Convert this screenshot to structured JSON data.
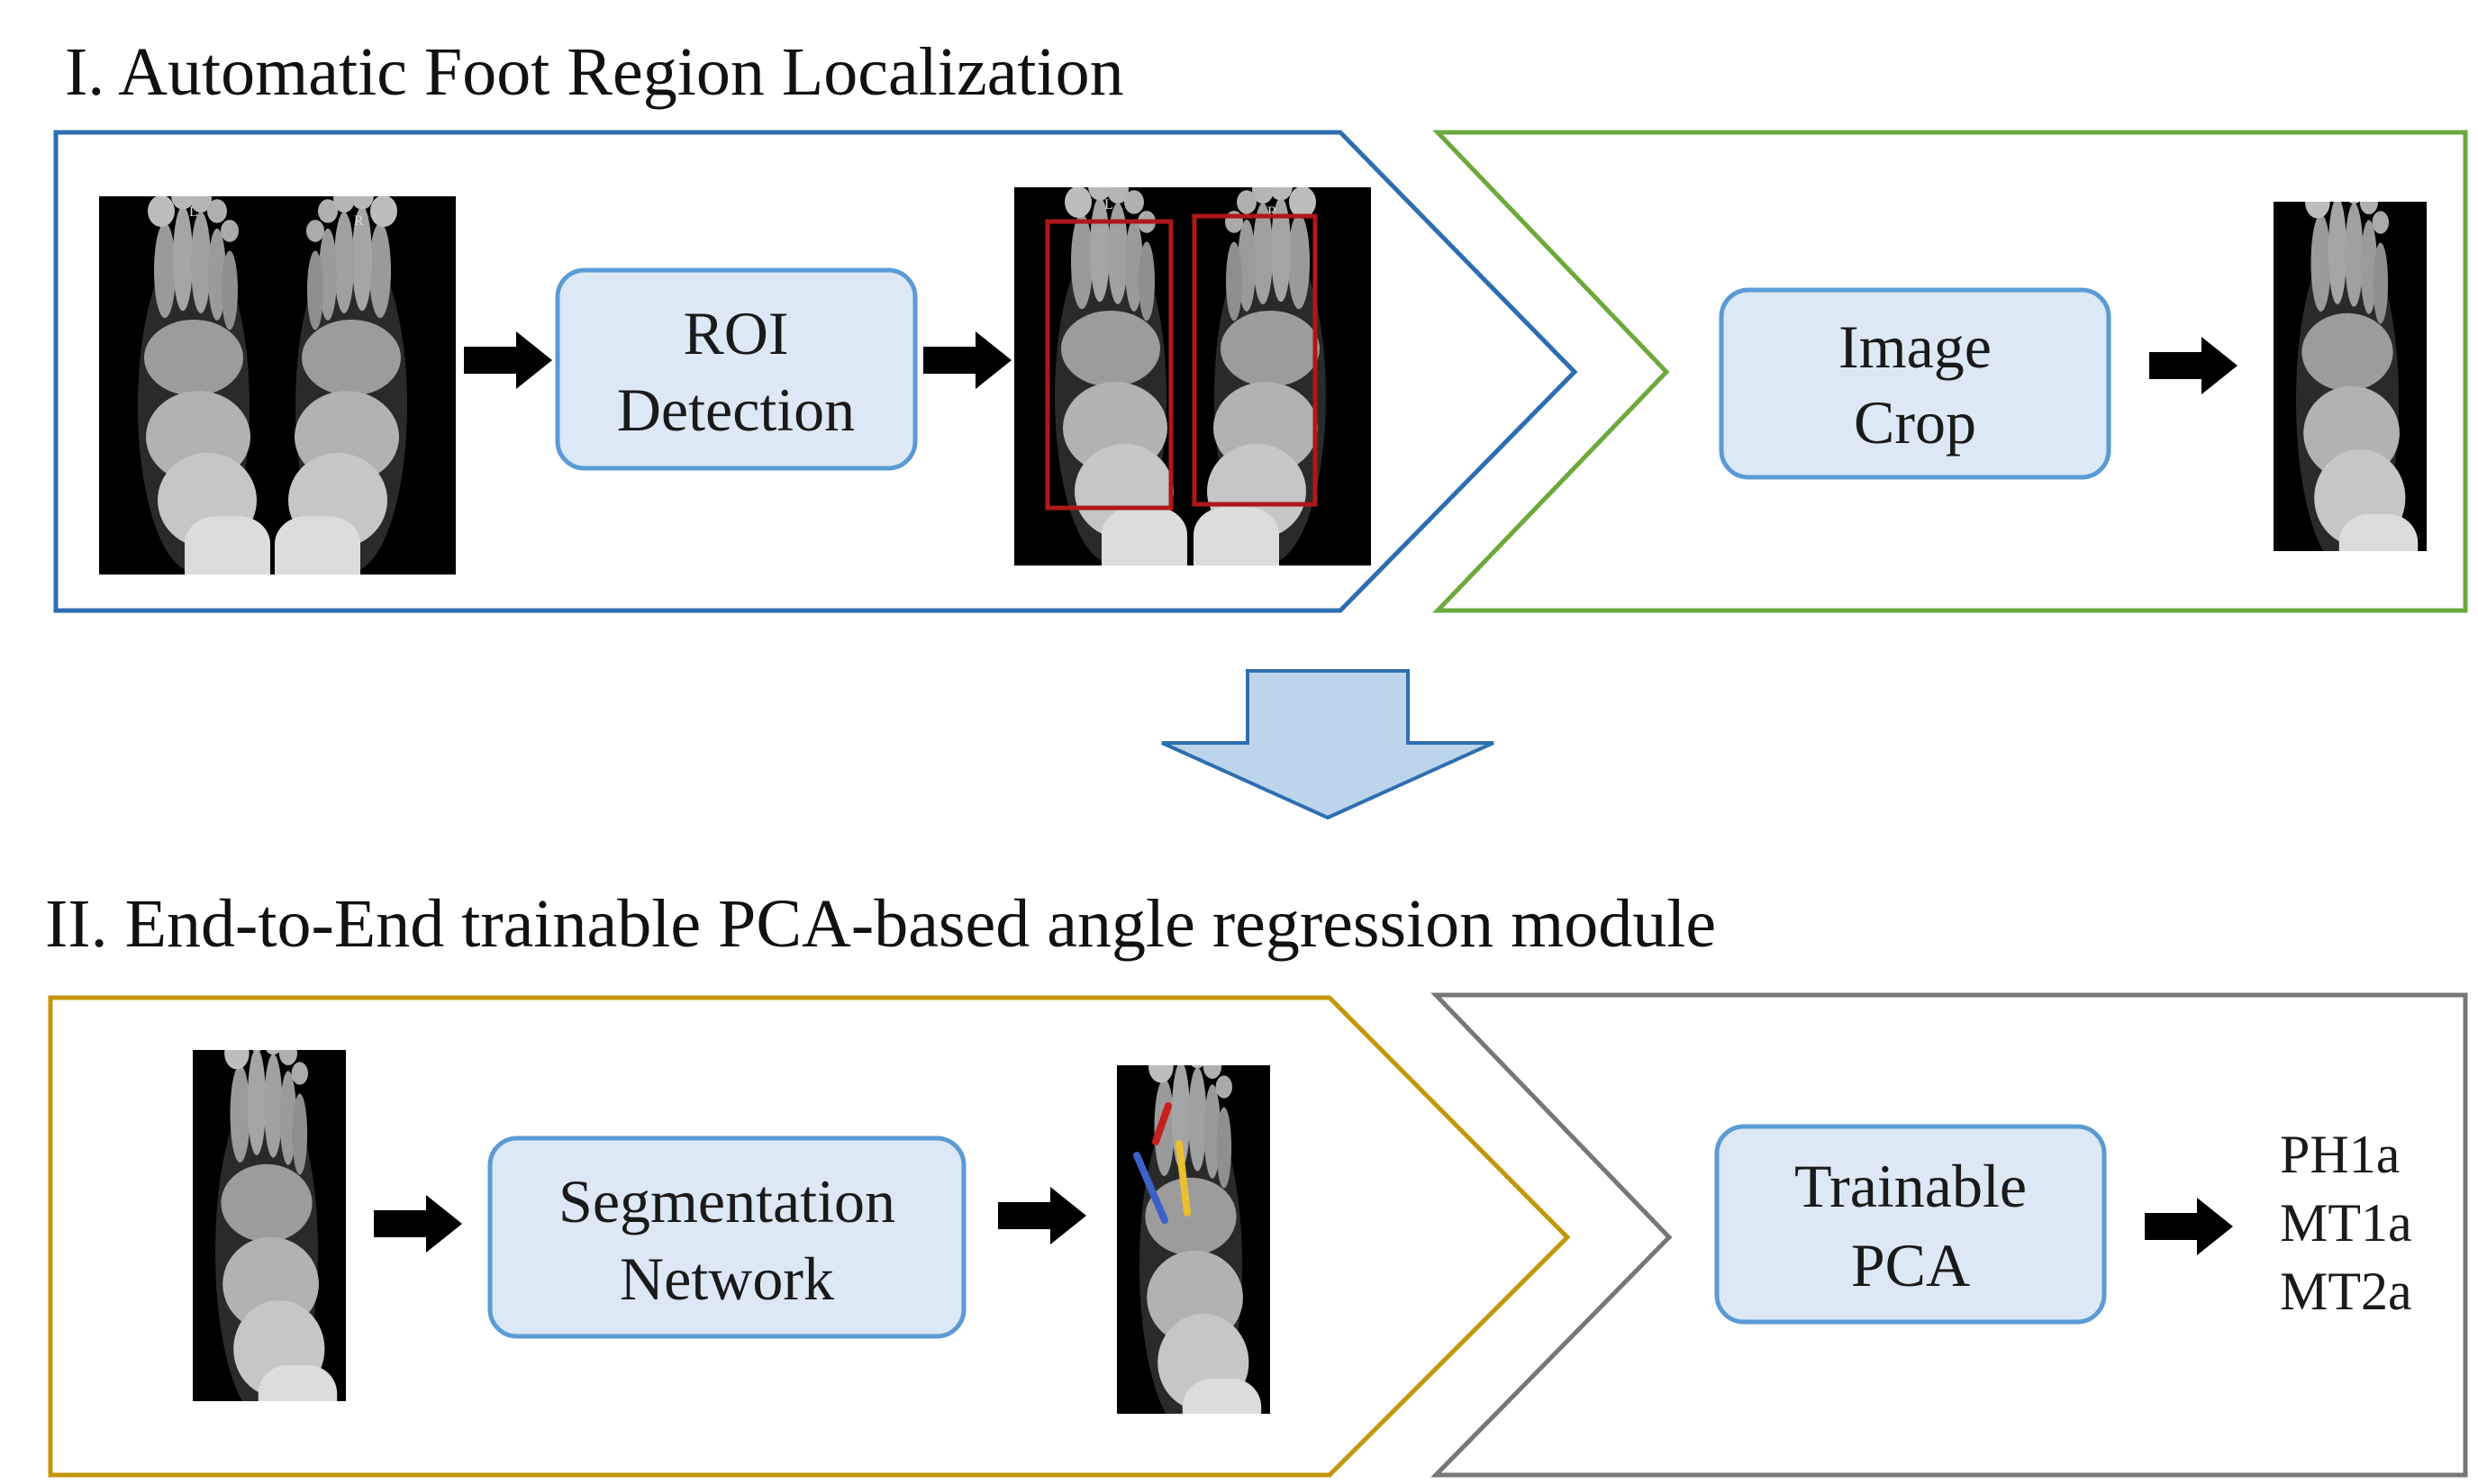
{
  "section1": {
    "title": "I. Automatic Foot Region Localization",
    "roi_box_lines": [
      "ROI",
      "Detection"
    ],
    "crop_box_lines": [
      "Image",
      "Crop"
    ],
    "xray_labels": {
      "left": "L",
      "right": "R"
    }
  },
  "section2": {
    "title": "II. End-to-End trainable PCA-based angle regression module",
    "seg_box_lines": [
      "Segmentation",
      "Network"
    ],
    "pca_box_lines": [
      "Trainable",
      "PCA"
    ],
    "outputs": [
      "PH1a",
      "MT1a",
      "MT2a"
    ]
  },
  "colors": {
    "section1_left_border": "#2e6eb0",
    "section1_right_border": "#6aaa3c",
    "section2_left_border": "#c4960c",
    "section2_right_border": "#777777",
    "process_box_fill": "#dce8f5",
    "process_box_border": "#5b9bd5",
    "roi_rect": "#b01818",
    "down_arrow_fill": "#bcd4ec",
    "down_arrow_border": "#2e6eb0",
    "seg_overlay_red": "#c81e1e",
    "seg_overlay_blue": "#3a62c8",
    "seg_overlay_yellow": "#e8c030"
  },
  "icons": {
    "flow_arrow": "right-arrow-icon",
    "transition_arrow": "down-arrow-icon"
  }
}
